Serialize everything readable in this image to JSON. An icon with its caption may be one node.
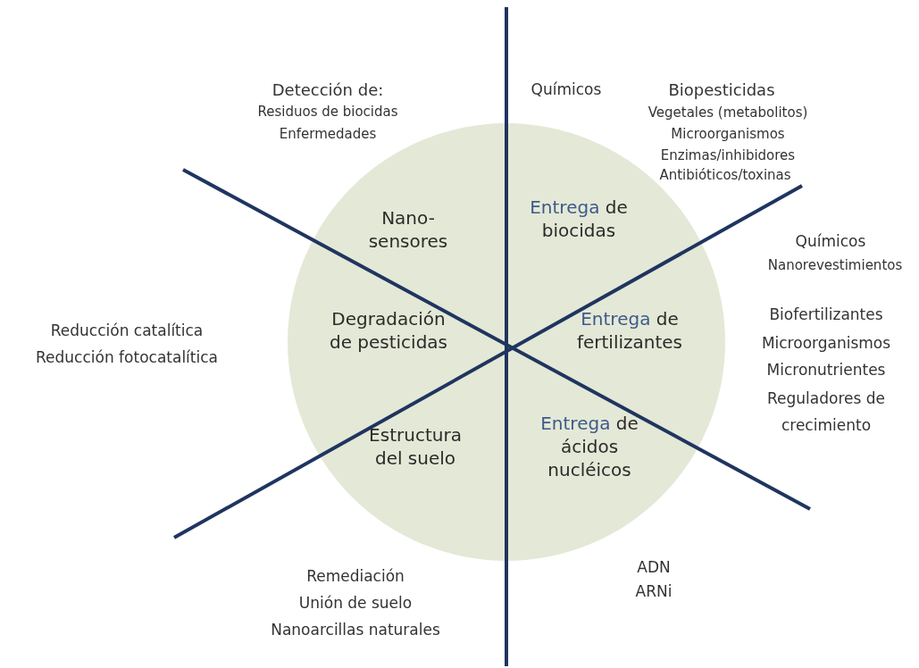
{
  "diagram": {
    "nodes": [
      {
        "text": [],
        "shape": "circle"
      },
      {
        "text": [
          "Nano- sensores"
        ],
        "in": 0,
        "beside": [
          "Detección de:",
          "Residuos de biocidas",
          "Enfermedades"
        ]
      },
      {
        "text": [
          "Entrega de biocidas"
        ],
        "in": 0,
        "beside": [
          "Químicos",
          "Biopesticidas",
          "Vegetales (metabolitos)",
          "Microorganismos",
          "Enzimas/inhibidores",
          "Antibióticos/toxinas"
        ]
      },
      {
        "text": [
          "Degradación de pesticidas"
        ],
        "in": 0,
        "beside": [
          "Reducción catalítica",
          "Reducción fotocatalítica"
        ]
      },
      {
        "text": [
          "Entrega de fertilizantes"
        ],
        "in": 0,
        "beside": [
          "Químicos",
          "Nanorevestimientos",
          "Biofertilizantes",
          "Microorganismos",
          "Micronutrientes",
          "Reguladores de crecimiento"
        ]
      },
      {
        "text": [
          "Estructura del suelo"
        ],
        "in": 0,
        "beside": [
          "Remediación",
          "Unión de suelo",
          "Nanoarcillas naturales"
        ]
      },
      {
        "text": [
          "Entrega de ácidos nucléicos"
        ],
        "in": 0,
        "beside": [
          "ADN",
          "ARNi"
        ]
      }
    ]
  }
}
